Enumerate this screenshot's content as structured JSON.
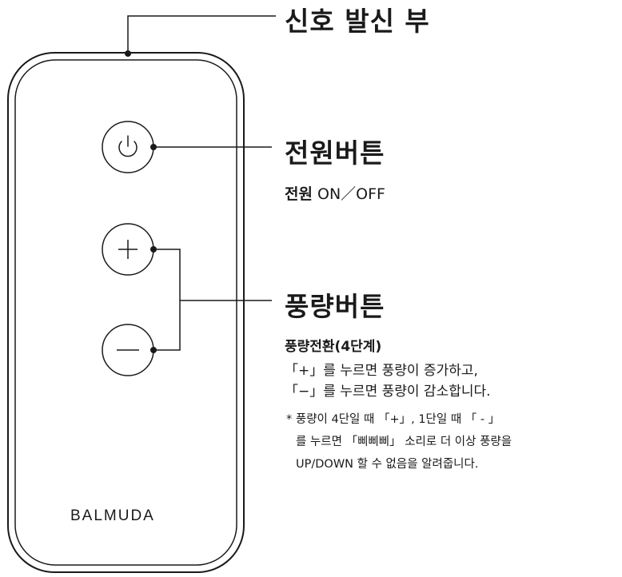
{
  "signal": {
    "label": "신호 발신 부"
  },
  "power": {
    "heading": "전원버튼",
    "sub_bold": "전원",
    "sub_text": " ON／OFF"
  },
  "fan": {
    "heading": "풍량버튼",
    "sub": "풍량전환(4단계)",
    "desc_line1": "「+」를 누르면 풍량이 증가하고,",
    "desc_line2": "「−」를 누르면 풍량이 감소합니다.",
    "note_line1": "* 풍량이 4단일 때 「+」, 1단일 때 「 - 」",
    "note_line2": "를 누르면 「삐삐삐」 소리로 더 이상 풍량을",
    "note_line3": "UP/DOWN 할 수 없음을 알려줍니다."
  },
  "remote": {
    "brand": "BALMUDA"
  },
  "icons": [
    "power-icon",
    "plus-icon",
    "minus-icon"
  ]
}
